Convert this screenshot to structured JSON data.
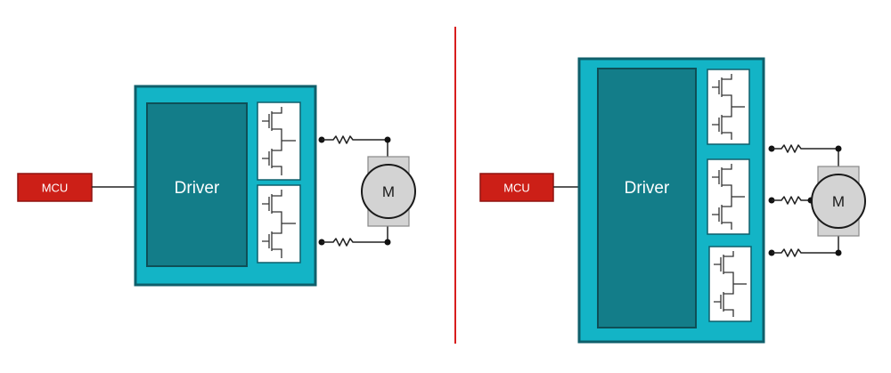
{
  "labels": {
    "mcu": "MCU",
    "driver": "Driver",
    "motor": "M"
  },
  "colors": {
    "driver_outer_fill": "#13b4c6",
    "driver_outer_stroke": "#0f5f6b",
    "driver_core_fill": "#137d89",
    "driver_core_stroke": "#0e4f57",
    "mcu_fill": "#cc1f17",
    "mcu_stroke": "#8f1411",
    "motor_body": "#d3d3d3",
    "divider": "#d81e1e",
    "wire": "#222222"
  },
  "panels": [
    {
      "name": "two-half-bridge-driver",
      "half_bridges": 2
    },
    {
      "name": "three-half-bridge-driver",
      "half_bridges": 3
    }
  ]
}
